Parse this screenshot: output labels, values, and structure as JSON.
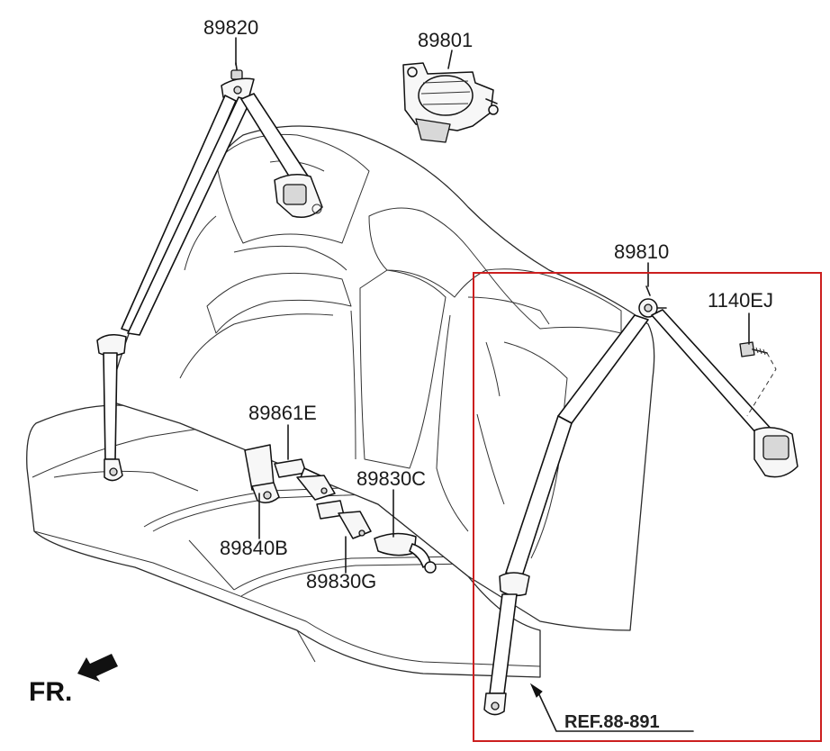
{
  "parts": {
    "p89820": "89820",
    "p89801": "89801",
    "p89810": "89810",
    "p1140EJ": "1140EJ",
    "p89861E": "89861E",
    "p89830C": "89830C",
    "p89840B": "89840B",
    "p89830G": "89830G"
  },
  "reference": "REF.88-891",
  "direction": "FR.",
  "colors": {
    "highlight_box": "#cc1f1f",
    "line": "#1a1a1a"
  }
}
